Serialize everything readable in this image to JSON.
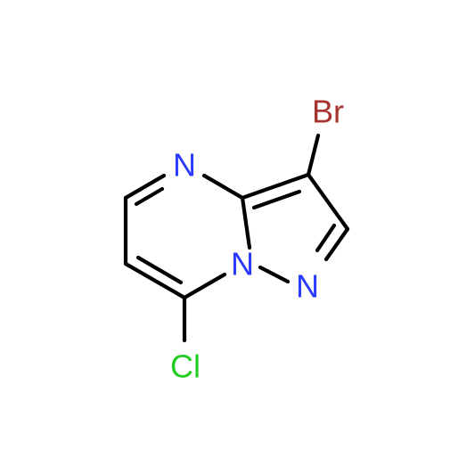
{
  "molecule": {
    "atoms": {
      "n_pyrimidine": {
        "label": "N",
        "color": "#2a3bff"
      },
      "n_bridge": {
        "label": "N",
        "color": "#2a3bff"
      },
      "n_pyrazole": {
        "label": "N",
        "color": "#2a3bff"
      },
      "br": {
        "label": "Br",
        "color": "#a8322e"
      },
      "cl": {
        "label": "Cl",
        "color": "#22cc22"
      }
    }
  }
}
